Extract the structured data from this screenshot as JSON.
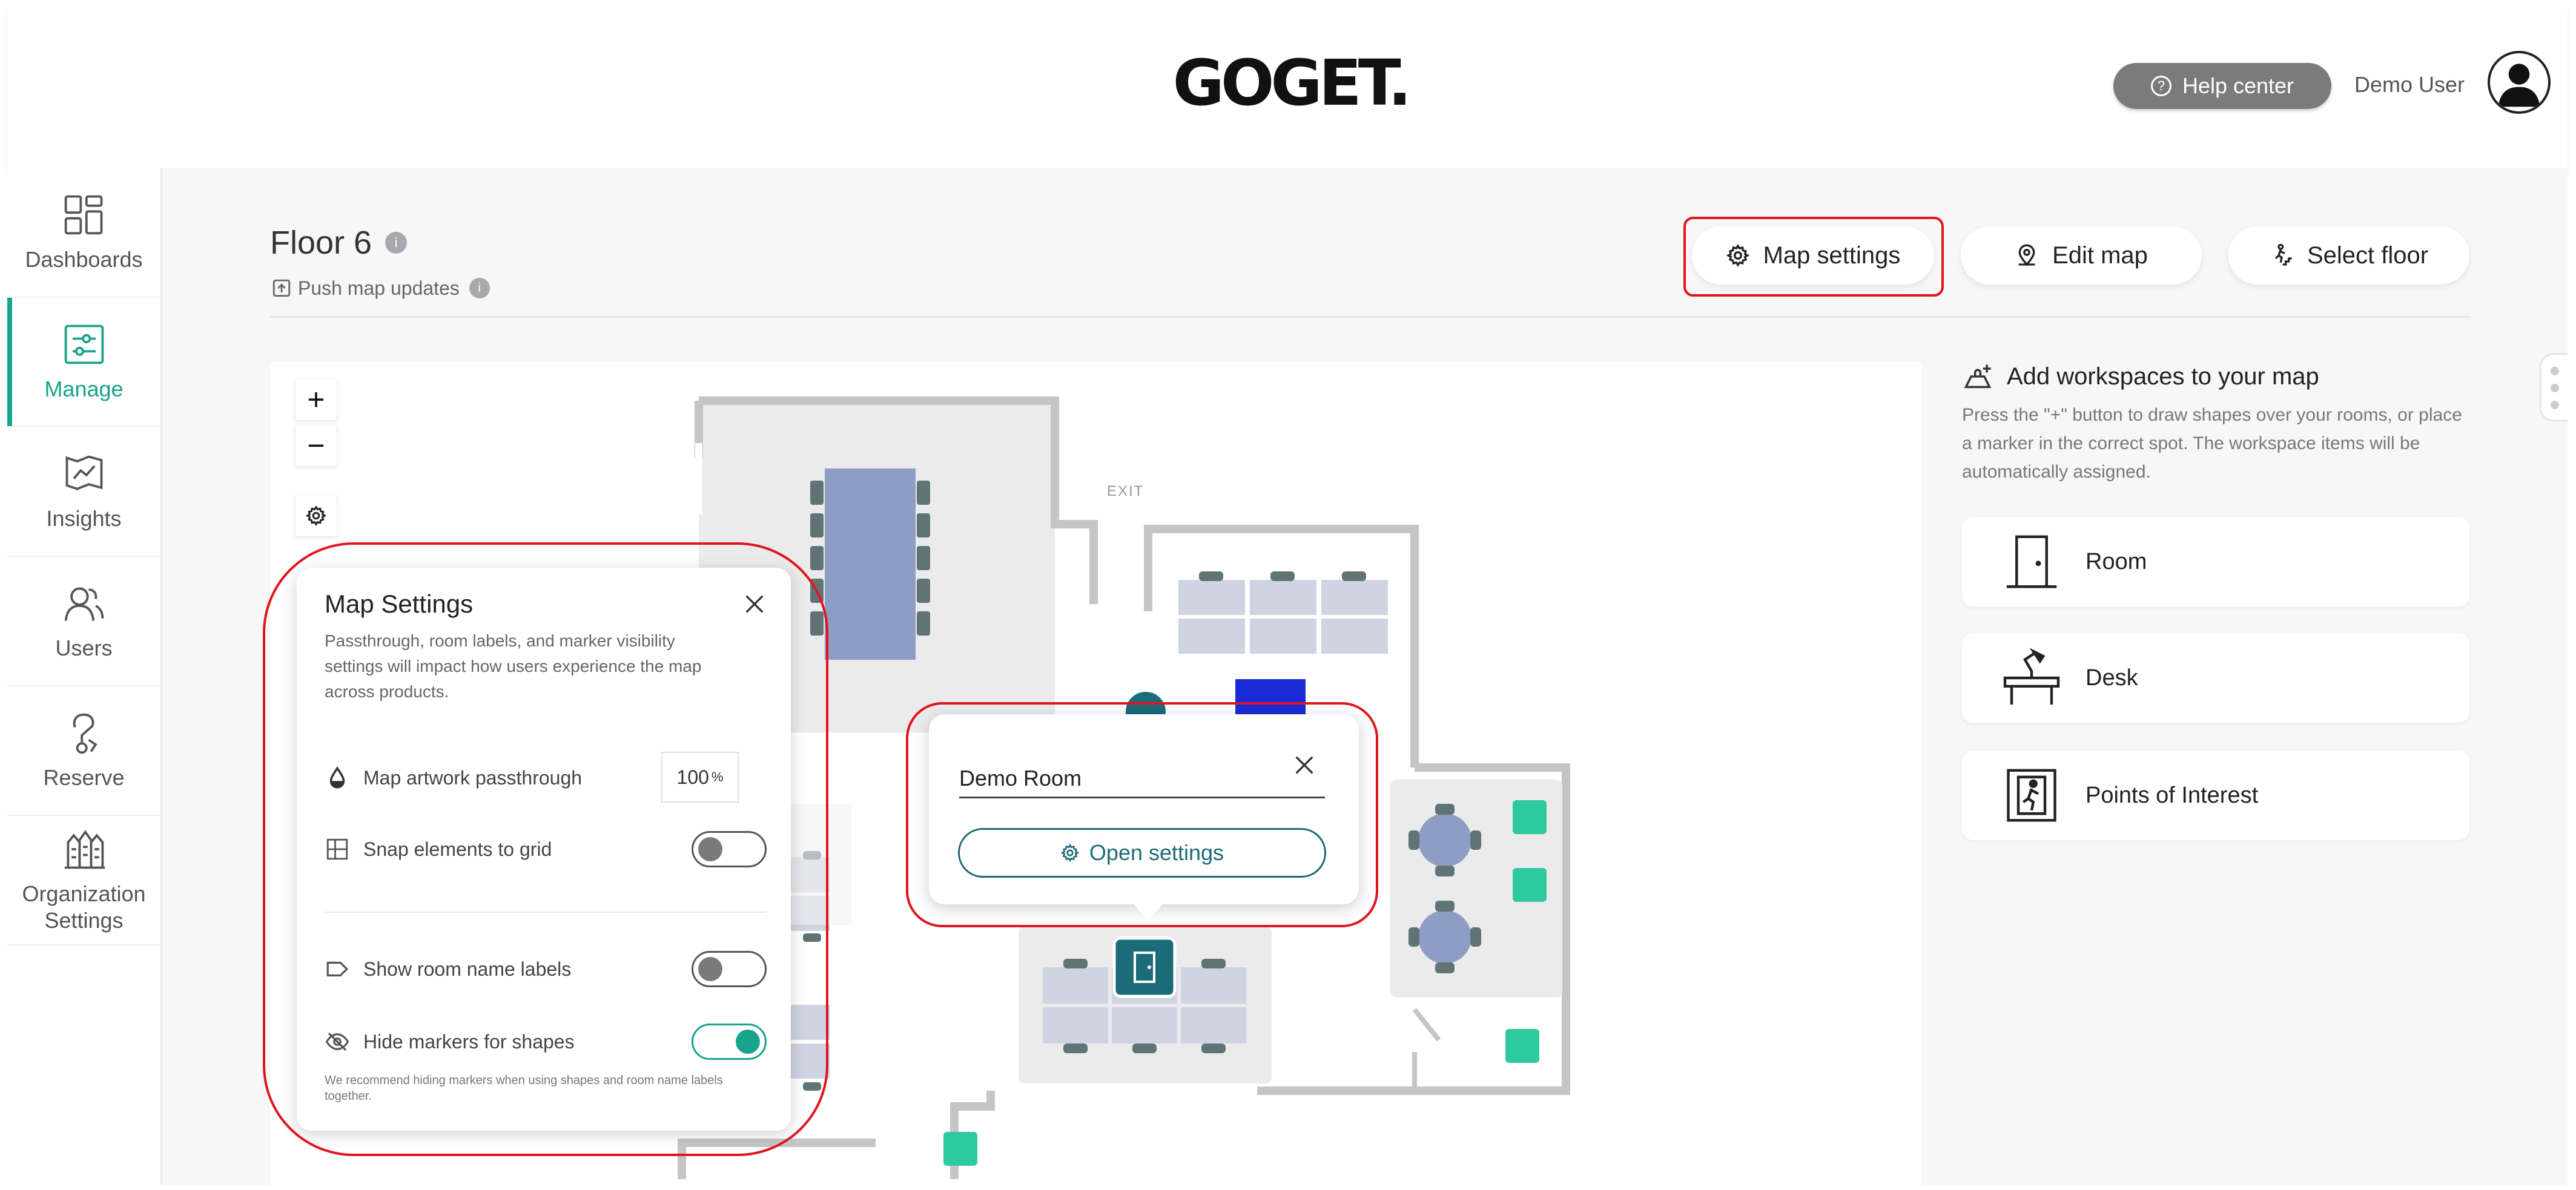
{
  "header": {
    "logo": "GOGET.",
    "help_center": "Help center",
    "user_name": "Demo User"
  },
  "sidebar": {
    "items": [
      {
        "label": "Dashboards",
        "icon": "dashboards-icon",
        "active": false
      },
      {
        "label": "Manage",
        "icon": "manage-sliders-icon",
        "active": true
      },
      {
        "label": "Insights",
        "icon": "insights-flag-icon",
        "active": false
      },
      {
        "label": "Users",
        "icon": "users-icon",
        "active": false
      },
      {
        "label": "Reserve",
        "icon": "reserve-icon",
        "active": false
      },
      {
        "label": "Organization\nSettings",
        "icon": "organization-buildings-icon",
        "active": false
      }
    ]
  },
  "page": {
    "floor_title": "Floor 6",
    "push_updates": "Push map updates"
  },
  "toolbar": {
    "map_settings": "Map settings",
    "edit_map": "Edit map",
    "select_floor": "Select floor"
  },
  "map": {
    "exit_label": "EXIT",
    "zoom_in": "+",
    "zoom_out": "−"
  },
  "map_settings": {
    "title": "Map Settings",
    "description": "Passthrough, room labels, and marker visibility settings will impact how users experience the map across products.",
    "passthrough_label": "Map artwork passthrough",
    "passthrough_value": "100",
    "passthrough_unit": "%",
    "snap_label": "Snap elements to grid",
    "snap_on": false,
    "room_labels_label": "Show room name labels",
    "room_labels_on": false,
    "hide_markers_label": "Hide markers for shapes",
    "hide_markers_on": true,
    "note": "We recommend hiding markers when using shapes and room name labels together."
  },
  "popup": {
    "room_name": "Demo Room",
    "open_settings": "Open settings"
  },
  "workspaces": {
    "title": "Add workspaces to your map",
    "description": "Press the \"+\" button to draw shapes over your rooms, or place a marker in the correct spot. The workspace items will be automatically assigned.",
    "items": [
      {
        "label": "Room",
        "icon": "room-door-icon"
      },
      {
        "label": "Desk",
        "icon": "desk-lamp-icon"
      },
      {
        "label": "Points of Interest",
        "icon": "exit-sign-icon"
      }
    ]
  },
  "colors": {
    "accent": "#18a38c",
    "highlight": "#e0141e",
    "teal_dark": "#1b6b78",
    "poi_green": "#2fc9a0"
  }
}
